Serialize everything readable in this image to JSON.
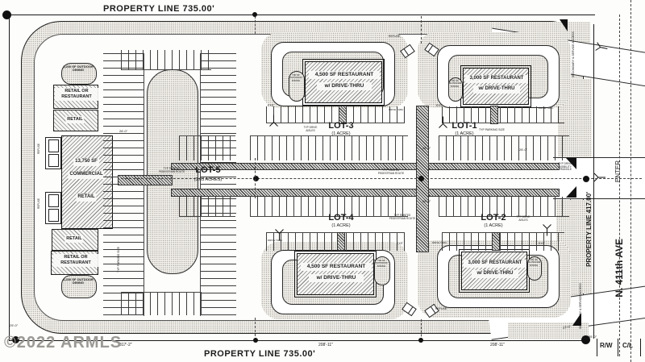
{
  "watermark": "©2022 ARMLS",
  "property_lines": {
    "top": "PROPERTY LINE   735.00'",
    "bottom": "PROPERTY LINE   735.00'",
    "right": "PROPERTY LINE   417.00'",
    "rw": "R/W",
    "cl": "C/L"
  },
  "street": {
    "name": "N. 411th AVE",
    "enter": "ENTER"
  },
  "left_strip": {
    "outdoor_top": "1,200 SF OUTDOOR DINING",
    "retail_rest_top": "RETAIL OR RESTAURANT",
    "retail_top": "RETAIL",
    "com1": "13,750 SF",
    "com2": "COMMERCIAL",
    "com3": "RETAIL",
    "retail_bot": "RETAIL",
    "retail_rest_bot": "RETAIL OR RESTAURANT",
    "outdoor_bot": "1,200 SF OUTDOOR DINING"
  },
  "lots": {
    "lot5": {
      "name": "LOT-5",
      "area": "(3.03 ACRES)"
    },
    "lot3": {
      "name": "LOT-3",
      "area": "(1 ACRE)",
      "b1": "4,500 SF RESTAURANT",
      "b2": "w/ DRIVE-THRU",
      "patio": "700 SF OUTDOOR DINING"
    },
    "lot1": {
      "name": "LOT-1",
      "area": "(1 ACRE)",
      "b1": "3,000 SF RESTAURANT",
      "b2": "w/ DRIVE-THRU",
      "patio": "700 SF OUTDOOR DINING"
    },
    "lot4": {
      "name": "LOT-4",
      "area": "(1 ACRE)",
      "b1": "4,500 SF RESTAURANT",
      "b2": "w/ DRIVE-THRU",
      "patio": "700 SF OUTDOOR DINING"
    },
    "lot2": {
      "name": "LOT-2",
      "area": "(1 ACRE)",
      "b1": "3,000 SF RESTAURANT",
      "b2": "w/ DRIVE-THRU",
      "patio": "700 SF OUTDOOR DINING"
    }
  },
  "dims": {
    "d317": "317'-2\"",
    "d208a": "208'-11\"",
    "d208b": "208'-11\"",
    "d55": "55'-0\"",
    "d25": "25'-0\"",
    "d23": "23'-0\"",
    "d36": "36'-0\"",
    "d26a": "26'-0\"",
    "d26b": "26'-0\"",
    "d26c": "26'-0\"",
    "d26d": "26'-0\""
  },
  "annotations": {
    "refuse_top": "REFUSE",
    "refuse_bottom": "REFUSE",
    "refuse_left_a": "REFUSE",
    "refuse_left_b": "REFUSE",
    "ped_a": "TYP PAINTED PEDESTRIAN ROUTE",
    "ped_b": "TYP PAINTED PEDESTRIAN ROUTE",
    "ped_c": "TYP PAINTED PEDESTRIAN ROUTE",
    "aisles_a": "TYP DRIVE AISLES",
    "aisles_b": "TYP DRIVE AISLES",
    "pk_a": "TYP PARKING SIZE",
    "pk_b": "TYP PARKING SIZE",
    "vis": "TYP DRIVE VISIBILITY TRIANGLE",
    "sec_top": "SECONDARY & SERVICE ACCESS",
    "sec_bottom": "SECONDARY & SERVICE ACCESS",
    "exit_a": "EXIT",
    "exit_b": "EXIT",
    "exit_c": "EXIT",
    "exit_d": "EXIT",
    "dt_a": "DRIVE THRU",
    "dt_b": "DRIVE THRU",
    "dt_c": "DRIVE THRU",
    "dt_d": "DRIVE THRU"
  },
  "icons": {
    "exit_arrow": "three-prong traffic arrow",
    "refuse_truck": "refuse truck plan view",
    "survey_point": "filled survey marker dot",
    "visibility_triangle": "solid black sight triangle"
  },
  "colors": {
    "ink": "#1c1c1c",
    "stipple": "#97938b",
    "watermark": "#9b9995"
  }
}
